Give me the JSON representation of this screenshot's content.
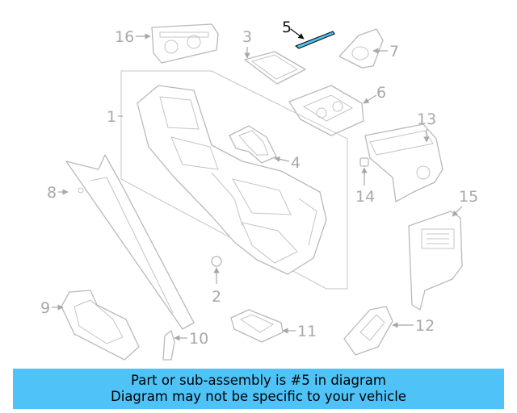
{
  "diagram": {
    "highlight_color": "#4fc3f7",
    "callouts": [
      "1",
      "2",
      "3",
      "4",
      "5",
      "6",
      "7",
      "8",
      "9",
      "10",
      "11",
      "12",
      "13",
      "14",
      "15",
      "16"
    ],
    "highlighted_part": "5"
  },
  "banner": {
    "line1": "Part or sub-assembly is #5 in diagram",
    "line2": "Diagram may not be specific to your vehicle",
    "background": "#4fc3f7"
  }
}
